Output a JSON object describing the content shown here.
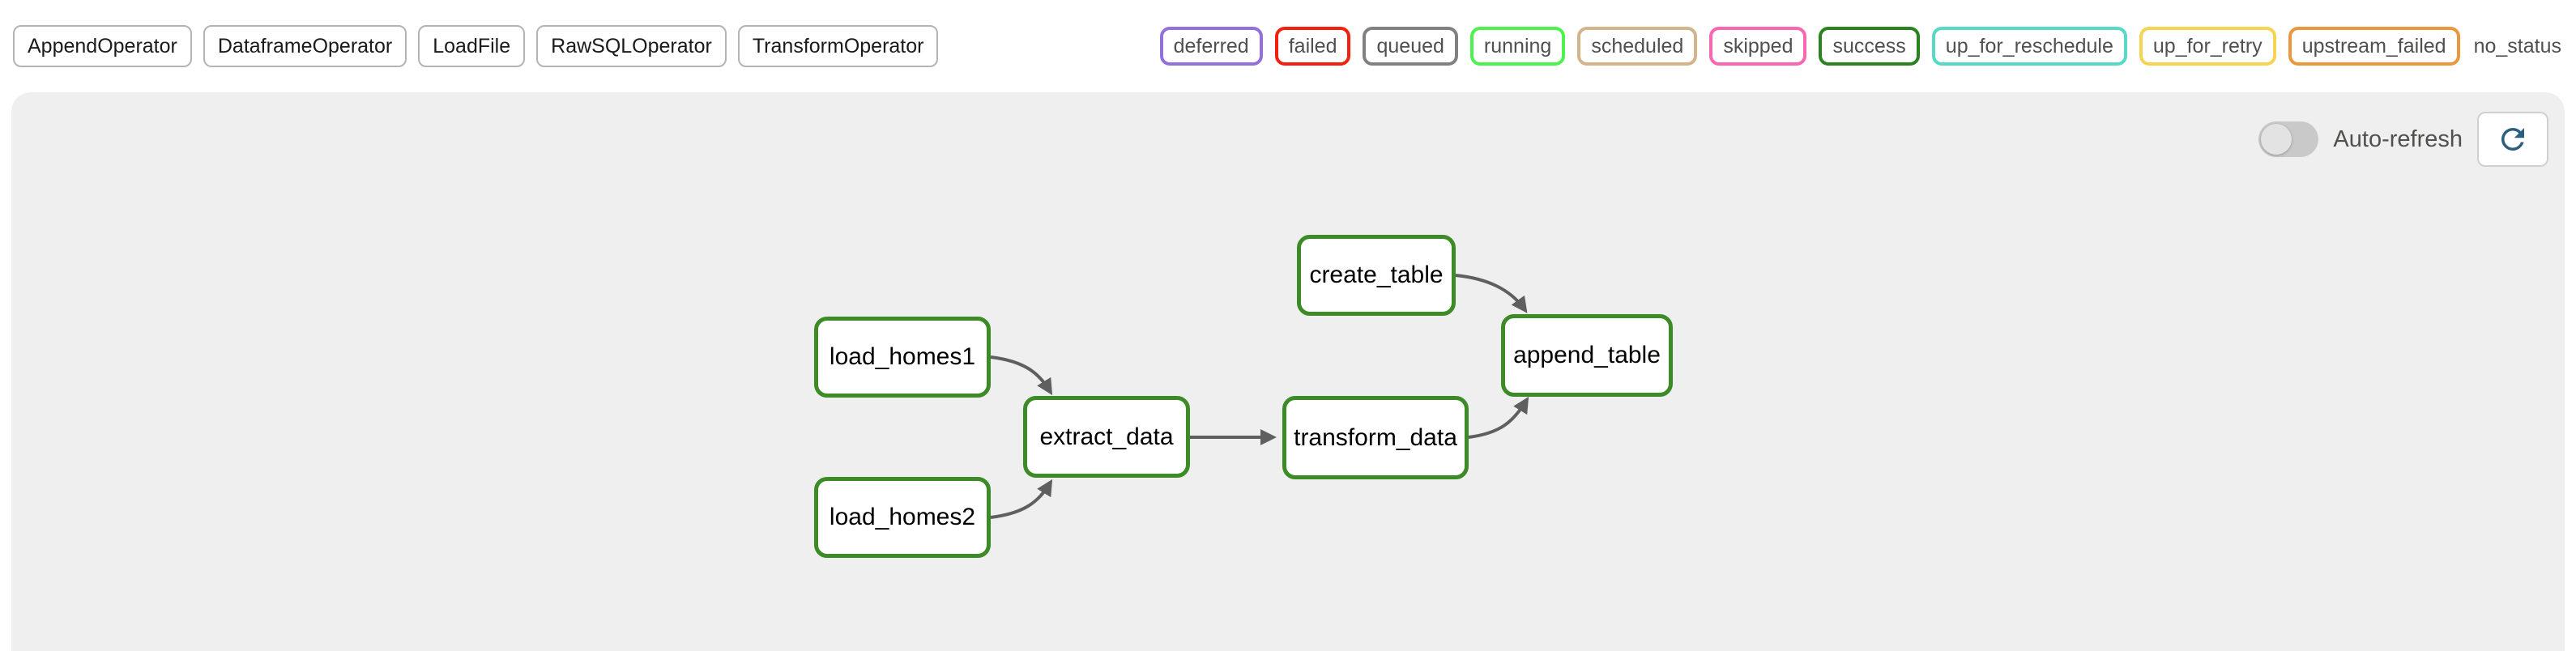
{
  "toolbar": {
    "operators": [
      "AppendOperator",
      "DataframeOperator",
      "LoadFile",
      "RawSQLOperator",
      "TransformOperator"
    ]
  },
  "legend": {
    "statuses": [
      {
        "label": "deferred",
        "color": "#9370db"
      },
      {
        "label": "failed",
        "color": "#f3200f"
      },
      {
        "label": "queued",
        "color": "#818181"
      },
      {
        "label": "running",
        "color": "#4ef24e"
      },
      {
        "label": "scheduled",
        "color": "#d3b48d"
      },
      {
        "label": "skipped",
        "color": "#f767b2"
      },
      {
        "label": "success",
        "color": "#2a8220"
      },
      {
        "label": "up_for_reschedule",
        "color": "#58d9c7"
      },
      {
        "label": "up_for_retry",
        "color": "#f5d453"
      },
      {
        "label": "upstream_failed",
        "color": "#ea983e"
      }
    ],
    "no_status_label": "no_status"
  },
  "graph": {
    "auto_refresh_label": "Auto-refresh",
    "auto_refresh_on": false,
    "colors": {
      "node_border": "#3d8b26",
      "edge": "#5f5f5f",
      "panel_background": "#efefef",
      "refresh_icon": "#2c5f7d"
    },
    "nodes": [
      {
        "id": "create_table",
        "label": "create_table",
        "state": "success"
      },
      {
        "id": "append_table",
        "label": "append_table",
        "state": "success"
      },
      {
        "id": "load_homes1",
        "label": "load_homes1",
        "state": "success"
      },
      {
        "id": "load_homes2",
        "label": "load_homes2",
        "state": "success"
      },
      {
        "id": "extract_data",
        "label": "extract_data",
        "state": "success"
      },
      {
        "id": "transform_data",
        "label": "transform_data",
        "state": "success"
      }
    ],
    "edges": [
      {
        "from": "load_homes1",
        "to": "extract_data"
      },
      {
        "from": "load_homes2",
        "to": "extract_data"
      },
      {
        "from": "extract_data",
        "to": "transform_data"
      },
      {
        "from": "create_table",
        "to": "append_table"
      },
      {
        "from": "transform_data",
        "to": "append_table"
      }
    ]
  }
}
